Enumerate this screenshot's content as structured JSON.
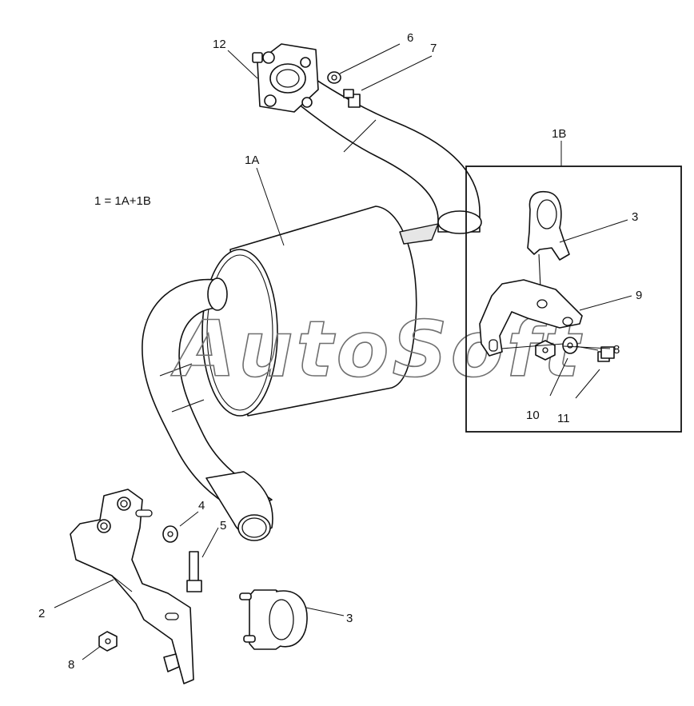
{
  "formula": "1 = 1A+1B",
  "watermark": "AutoSoft",
  "callouts": {
    "muffler": "1A",
    "detail_box": "1B",
    "bracket": "2",
    "clamp_lower": "3",
    "clamp_upper": "3",
    "washer_lower": "4",
    "bolt_lower": "5",
    "washer_top": "6",
    "bolt_top": "7",
    "nut_detail": "8",
    "nut_lower": "8",
    "bracket_detail": "9",
    "washer_detail": "10",
    "bolt_detail": "11",
    "flange": "12"
  }
}
